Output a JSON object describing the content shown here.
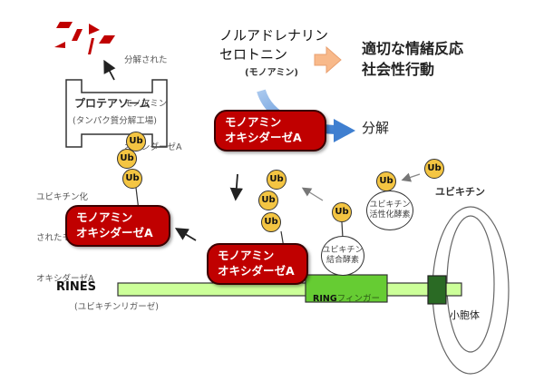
{
  "labels": {
    "degraded_mao": [
      "分解された",
      "モノアミン",
      "オキシダーゼA"
    ],
    "monoamine_line1": "ノルアドレナリン",
    "monoamine_line2": "セロトニン",
    "monoamine_paren": "(モノアミン)",
    "outcome_line1": "適切な情緒反応",
    "outcome_line2": "社会性行動",
    "proteasome_title": "プロテアソーム",
    "proteasome_sub": "(タンパク質分解工場)",
    "decomposition": "分解",
    "ubiquitinated_mao": [
      "ユビキチン化",
      "されたモノアミン",
      "オキシダーゼA"
    ],
    "ubiquitin": "ユビキチン",
    "e1_enzyme": [
      "ユビキチン",
      "活性化酵素"
    ],
    "e2_enzyme": [
      "ユビキチン",
      "結合酵素"
    ],
    "rines": "RINES",
    "rines_sub": "(ユビキチンリガーゼ)",
    "ring_bold": "RING",
    "ring_rest": "フィンガー",
    "vesicle": "小胞体",
    "ub": "Ub"
  },
  "mao_boxes": [
    {
      "line1": "モノアミン",
      "line2": "オキシダーゼA"
    },
    {
      "line1": "モノアミン",
      "line2": "オキシダーゼA"
    },
    {
      "line1": "モノアミン",
      "line2": "オキシダーゼA"
    }
  ],
  "colors": {
    "mao_red": "#c00000",
    "ubiquitin_yellow": "#f4c542",
    "membrane_green": "#ccff99",
    "ring_green": "#66cc33",
    "anchor_dark_green": "#2a6a24",
    "decay_arrow_blue": "#4a86d0",
    "outcome_arrow_orange": "#f8b98a"
  }
}
